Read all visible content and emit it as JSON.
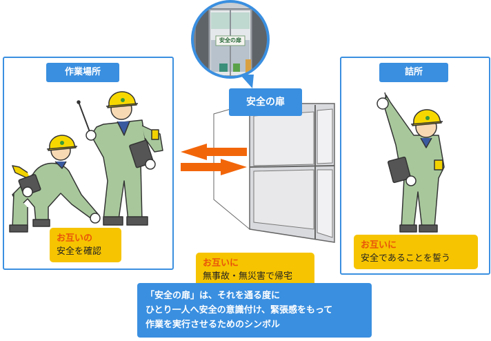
{
  "photo": {
    "sign_text": "安全の扉"
  },
  "left_panel": {
    "title": "作業場所",
    "note_highlight": "お互いの",
    "note_text": "安全を確認"
  },
  "right_panel": {
    "title": "詰所",
    "note_highlight": "お互いに",
    "note_text": "安全であることを誓う"
  },
  "door": {
    "label": "安全の扉"
  },
  "center_note": {
    "highlight": "お互いに",
    "text": "無事故・無災害で帰宅"
  },
  "footer_note": {
    "lines": [
      "「安全の扉」は、それを通る度に",
      "ひとり一人へ安全の意識付け、緊張感をもって",
      "作業を実行させるためのシンボル"
    ]
  },
  "colors": {
    "accent_blue": "#3a8fe0",
    "note_yellow": "#f6c400",
    "arrow_orange": "#f2660a",
    "highlight_orange": "#e8540a"
  }
}
